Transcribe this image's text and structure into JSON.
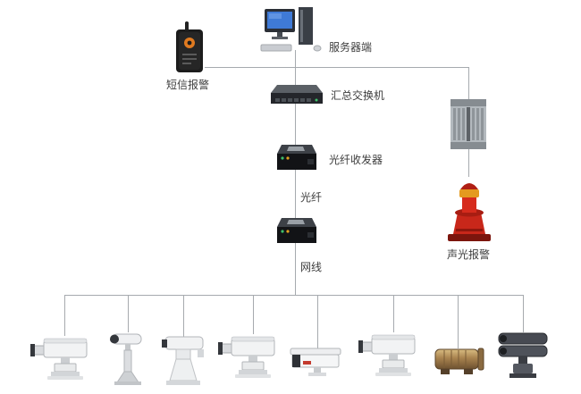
{
  "diagram": {
    "type": "surveillance-network-topology",
    "background_color": "#ffffff",
    "line_color": "#a6aaae",
    "text_color": "#3d3d3d",
    "labels": {
      "server": "服务器端",
      "sms_alarm": "短信报警",
      "aggregation_switch": "汇总交换机",
      "fiber_transceiver": "光纤收发器",
      "fiber": "光纤",
      "network_cable": "网线",
      "sound_light_alarm": "声光报警"
    },
    "devices": [
      {
        "id": "server",
        "icon": "desktop-computer-icon"
      },
      {
        "id": "sms-modem",
        "icon": "gsm-modem-icon"
      },
      {
        "id": "aggregation-switch",
        "icon": "network-switch-icon"
      },
      {
        "id": "fiber-transceiver-upper",
        "icon": "fiber-transceiver-icon"
      },
      {
        "id": "fiber-transceiver-lower",
        "icon": "fiber-transceiver-icon"
      },
      {
        "id": "din-rail-converter",
        "icon": "din-rail-device-icon"
      },
      {
        "id": "alarm-siren",
        "icon": "siren-icon"
      },
      {
        "id": "camera-1",
        "icon": "long-range-ptz-camera-icon"
      },
      {
        "id": "camera-2",
        "icon": "bullet-camera-pole-icon"
      },
      {
        "id": "camera-3",
        "icon": "ptz-positioner-camera-icon"
      },
      {
        "id": "camera-4",
        "icon": "long-range-ptz-camera-icon"
      },
      {
        "id": "camera-5",
        "icon": "box-housing-camera-icon"
      },
      {
        "id": "camera-6",
        "icon": "long-range-ptz-camera-icon"
      },
      {
        "id": "camera-7",
        "icon": "explosion-proof-camera-icon"
      },
      {
        "id": "camera-8",
        "icon": "dual-head-dark-ptz-camera-icon"
      }
    ],
    "accent_colors": {
      "siren_body": "#c8271a",
      "siren_base": "#7c150d",
      "siren_band": "#e49a1f",
      "monitor_screen": "#3f7ad6",
      "modem_logo": "#e07a20"
    }
  }
}
